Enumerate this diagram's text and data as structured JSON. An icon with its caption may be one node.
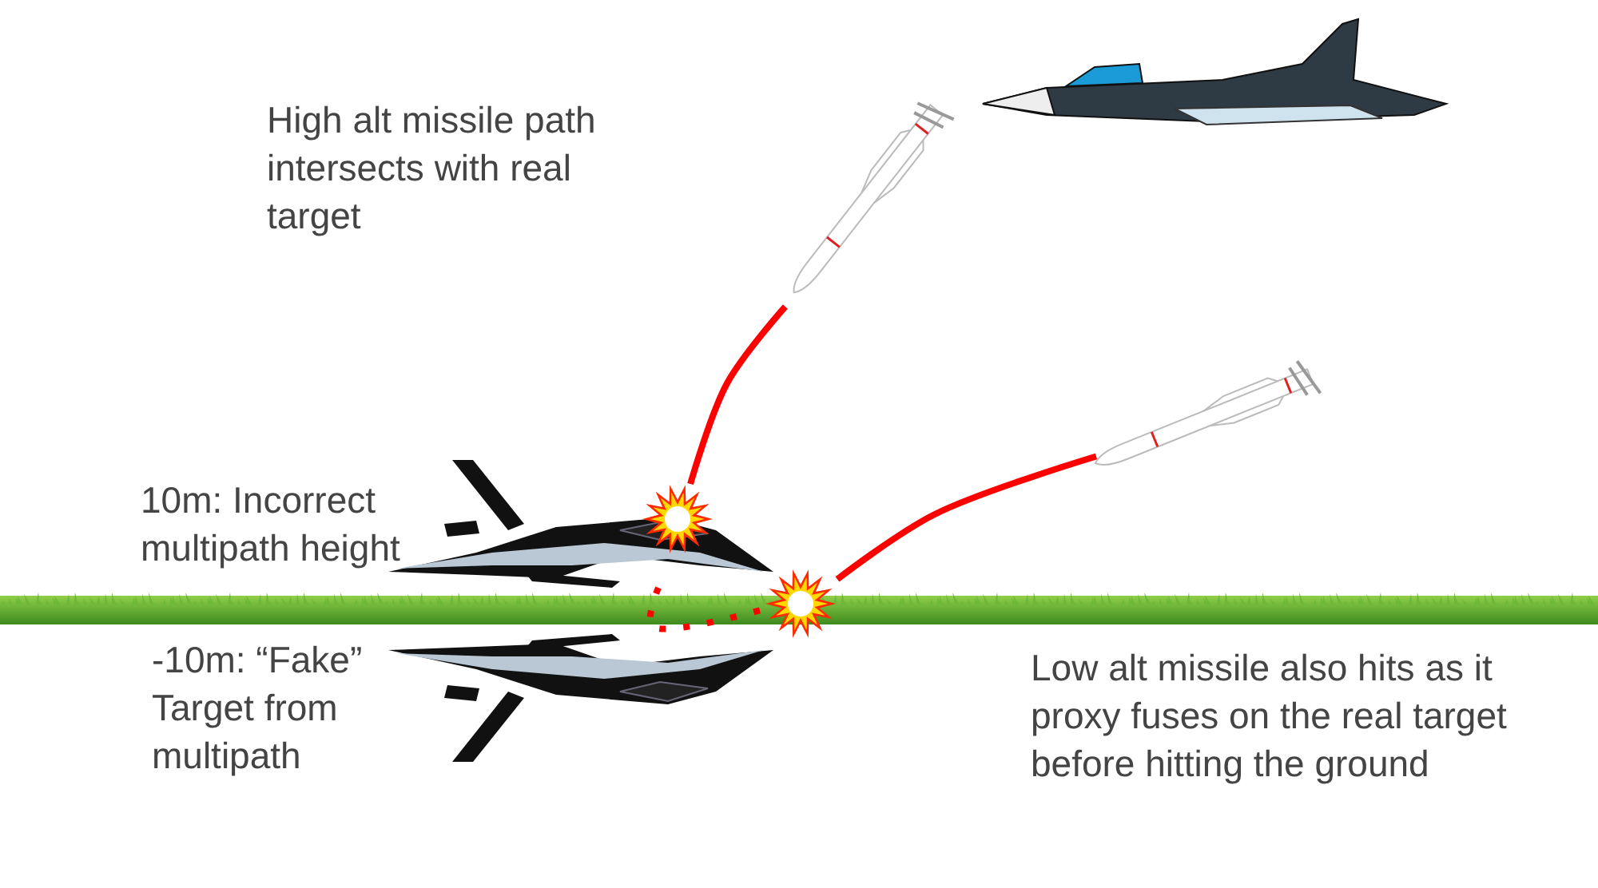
{
  "diagram": {
    "nodes": [
      {
        "text": [],
        "shape": "picture"
      },
      {
        "text": [],
        "shape": "picture"
      },
      {
        "text": [],
        "shape": "picture"
      },
      {
        "text": [],
        "shape": "picture",
        "in": 2
      },
      {
        "text": [],
        "shape": "picture"
      },
      {
        "text": [],
        "shape": "picture"
      },
      {
        "text": [],
        "shape": "picture"
      }
    ],
    "edges": [
      {
        "from": 1,
        "to": 3,
        "arrow": "none"
      },
      {
        "from": 4,
        "to": 5,
        "arrow": "none"
      },
      {
        "from": 2,
        "to": 5,
        "arrow": "none",
        "style": "dashed"
      }
    ],
    "labels": [
      "High alt missile path intersects with real target",
      "10m: Incorrect multipath height",
      "-10m: “Fake” Target from multipath",
      "Low alt missile also hits as it proxy fuses on the real target before hitting the ground"
    ]
  }
}
